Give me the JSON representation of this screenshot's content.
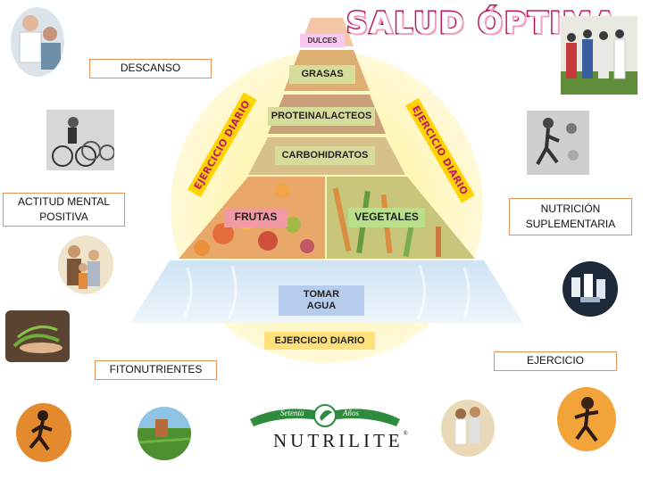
{
  "title": "SALUD ÓPTIMA",
  "pyramid": {
    "dulces": "DULCES",
    "grasas": "GRASAS",
    "proteina": "PROTEINA/LACTEOS",
    "carbohidratos": "CARBOHIDRATOS",
    "frutas": "FRUTAS",
    "vegetales": "VEGETALES",
    "agua": "TOMAR AGUA",
    "ejercicio_base": "EJERCICIO DIARIO",
    "ejercicio_left": "EJERCICIO DIARIO",
    "ejercicio_right": "EJERCICIO DIARIO"
  },
  "side": {
    "descanso": "DESCANSO",
    "actitud": "ACTITUD MENTAL POSITIVA",
    "fitonutrientes": "FITONUTRIENTES",
    "nutricion": "NUTRICIÓN SUPLEMENTARIA",
    "ejercicio": "EJERCICIO"
  },
  "brand": {
    "name": "NUTRILITE",
    "ribbon_left": "Setenta",
    "ribbon_right": "Años",
    "registered": "®"
  },
  "colors": {
    "title_stroke": "#c0145a",
    "box_border": "#e8925a",
    "label_green": "#d7dc9a",
    "label_pink": "#f29aa3",
    "label_blue": "#b7cdee",
    "label_yellow": "#ffe07a",
    "diag_band": "#ffd400",
    "diag_text": "#c01e66",
    "ribbon_green": "#2e8b3e"
  }
}
